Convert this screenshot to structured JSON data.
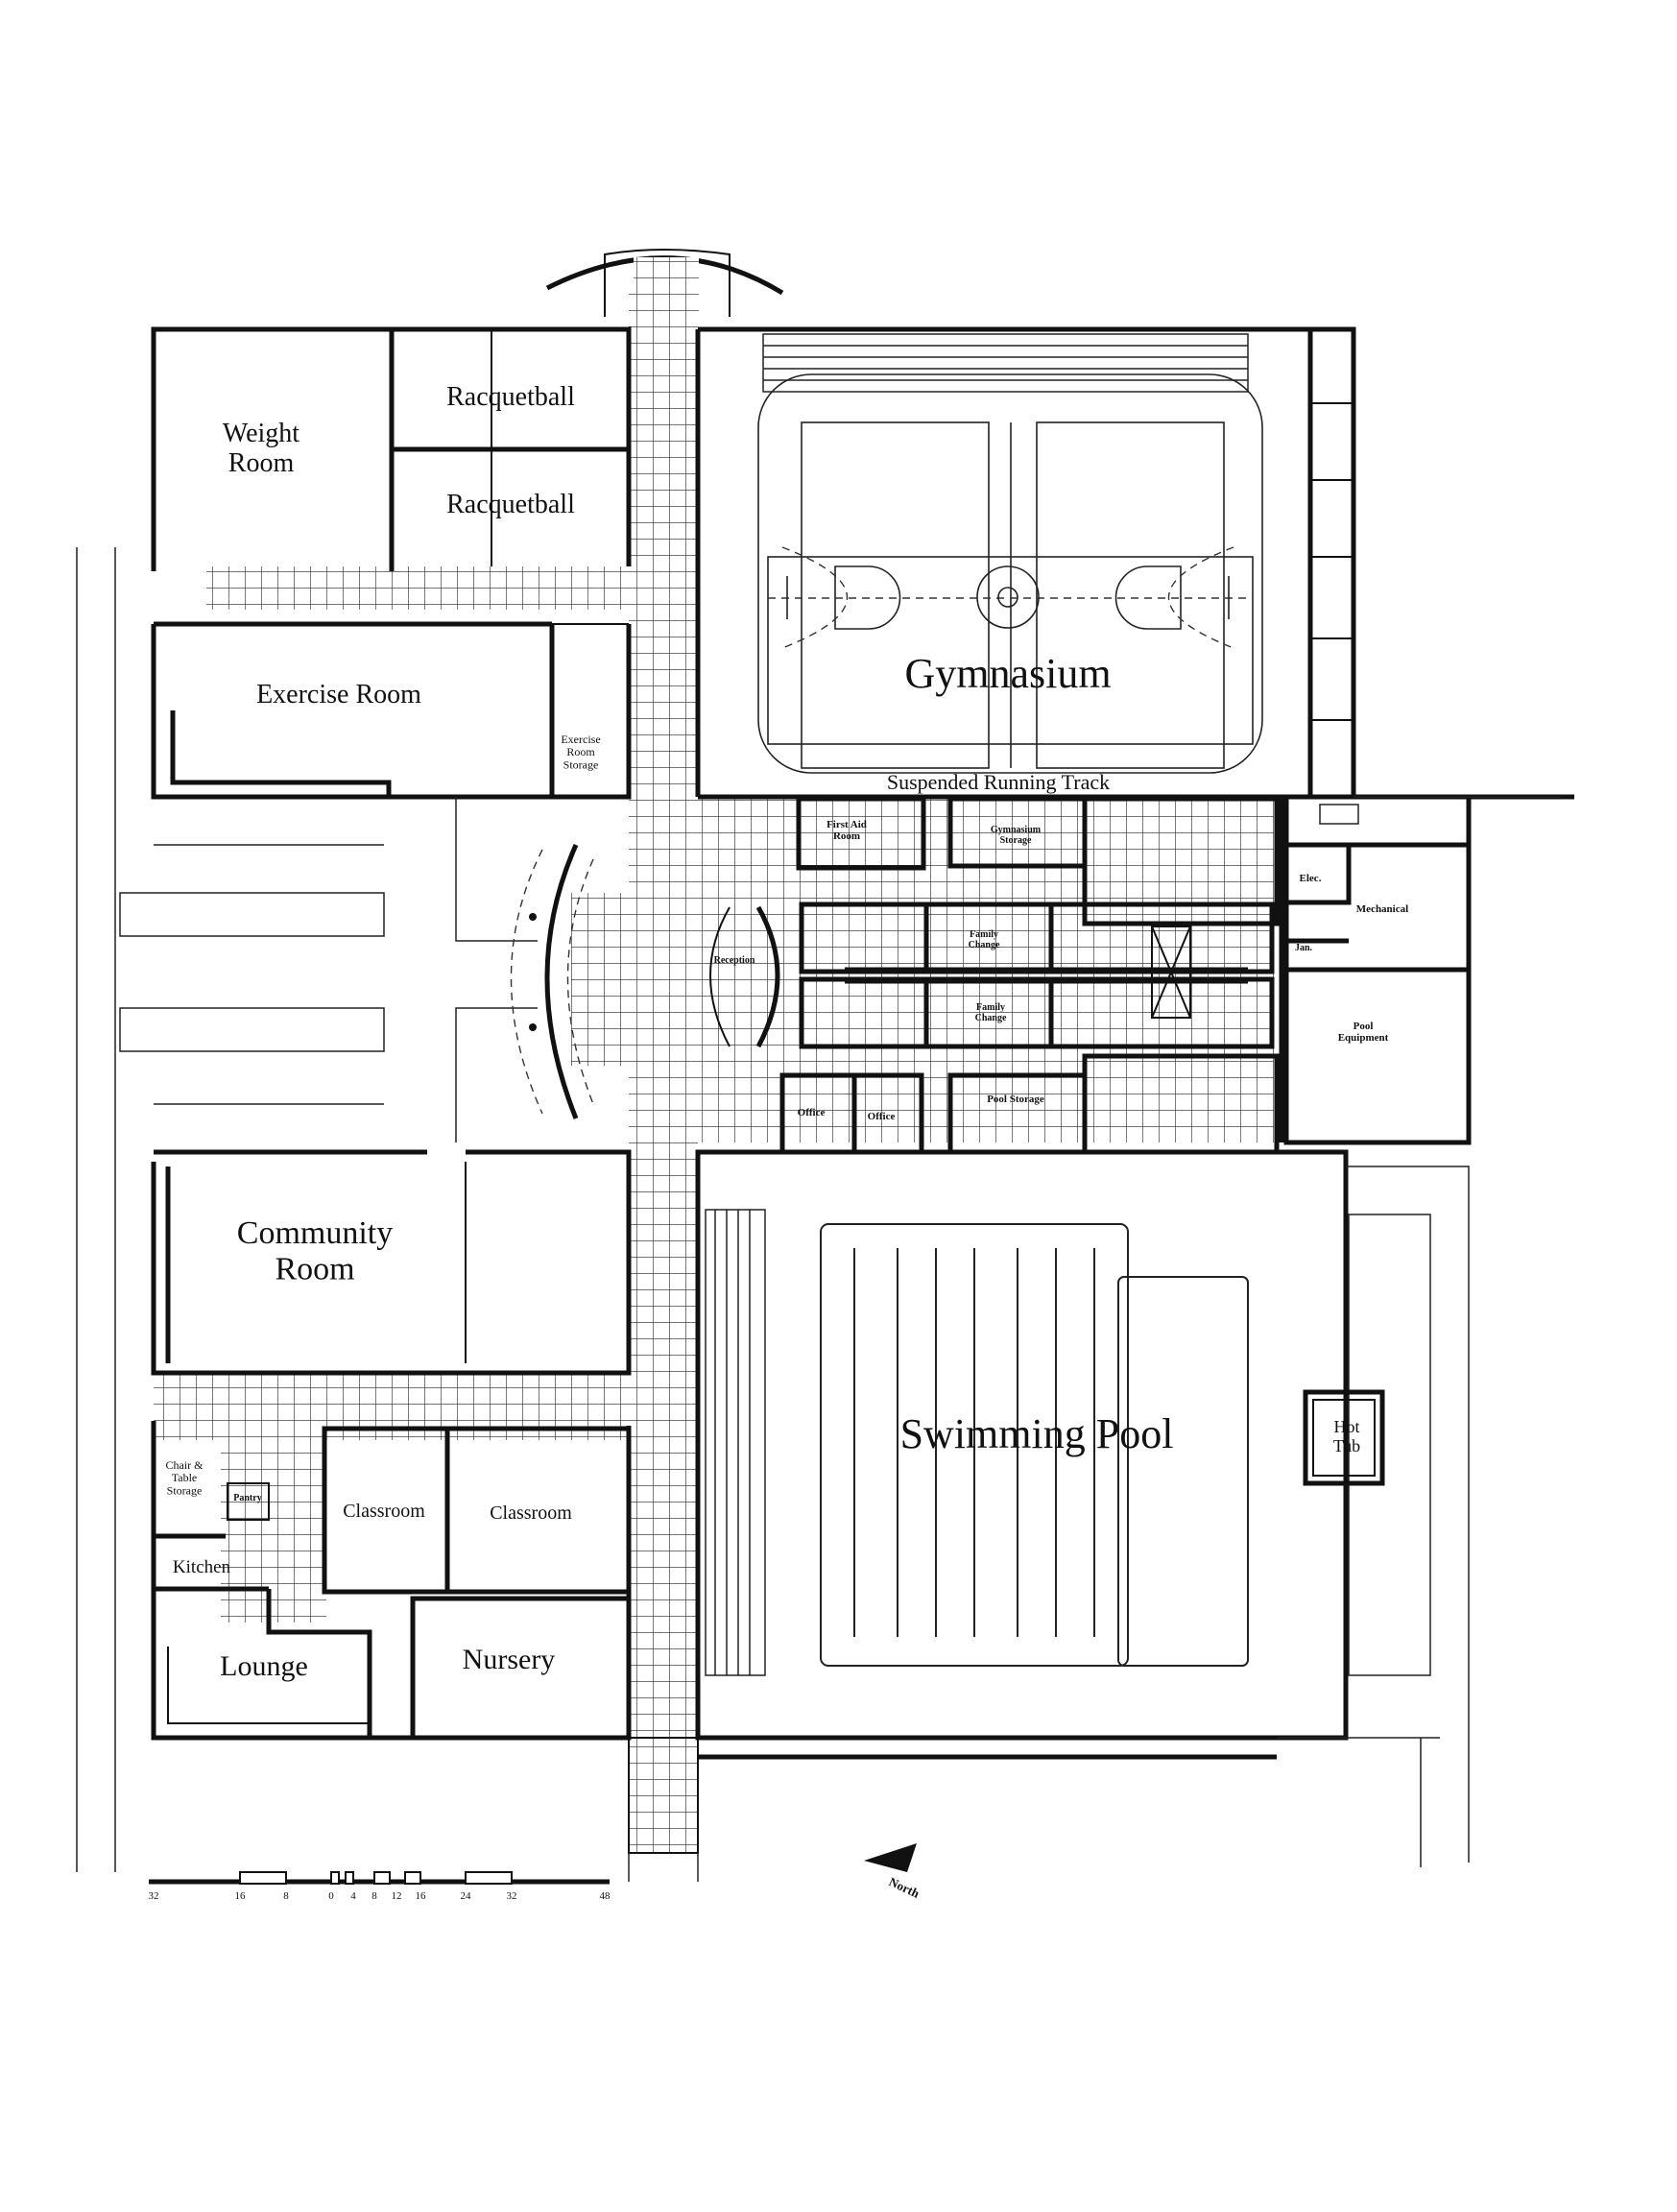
{
  "rooms": {
    "weight_room": "Weight\nRoom",
    "racquetball_1": "Racquetball",
    "racquetball_2": "Racquetball",
    "exercise_room": "Exercise Room",
    "exercise_storage": "Exercise\nRoom\nStorage",
    "gymnasium": "Gymnasium",
    "running_track": "Suspended Running Track",
    "first_aid": "First Aid\nRoom",
    "gym_storage": "Gymnasium\nStorage",
    "elec": "Elec.",
    "mechanical": "Mechanical",
    "jan": "Jan.",
    "reception": "Reception",
    "family_change_1": "Family\nChange",
    "family_change_2": "Family\nChange",
    "pool_equipment": "Pool\nEquipment",
    "office_1": "Office",
    "office_2": "Office",
    "pool_storage": "Pool Storage",
    "community_room": "Community\nRoom",
    "swimming_pool": "Swimming Pool",
    "hot_tub": "Hot\nTub",
    "chair_storage": "Chair &\nTable\nStorage",
    "pantry": "Pantry",
    "classroom_1": "Classroom",
    "classroom_2": "Classroom",
    "kitchen": "Kitchen",
    "lounge": "Lounge",
    "nursery": "Nursery"
  },
  "scale_bar": {
    "ticks": [
      "32",
      "16",
      "8",
      "0",
      "4",
      "8",
      "12",
      "16",
      "24",
      "32",
      "48"
    ]
  },
  "north_label": "North"
}
